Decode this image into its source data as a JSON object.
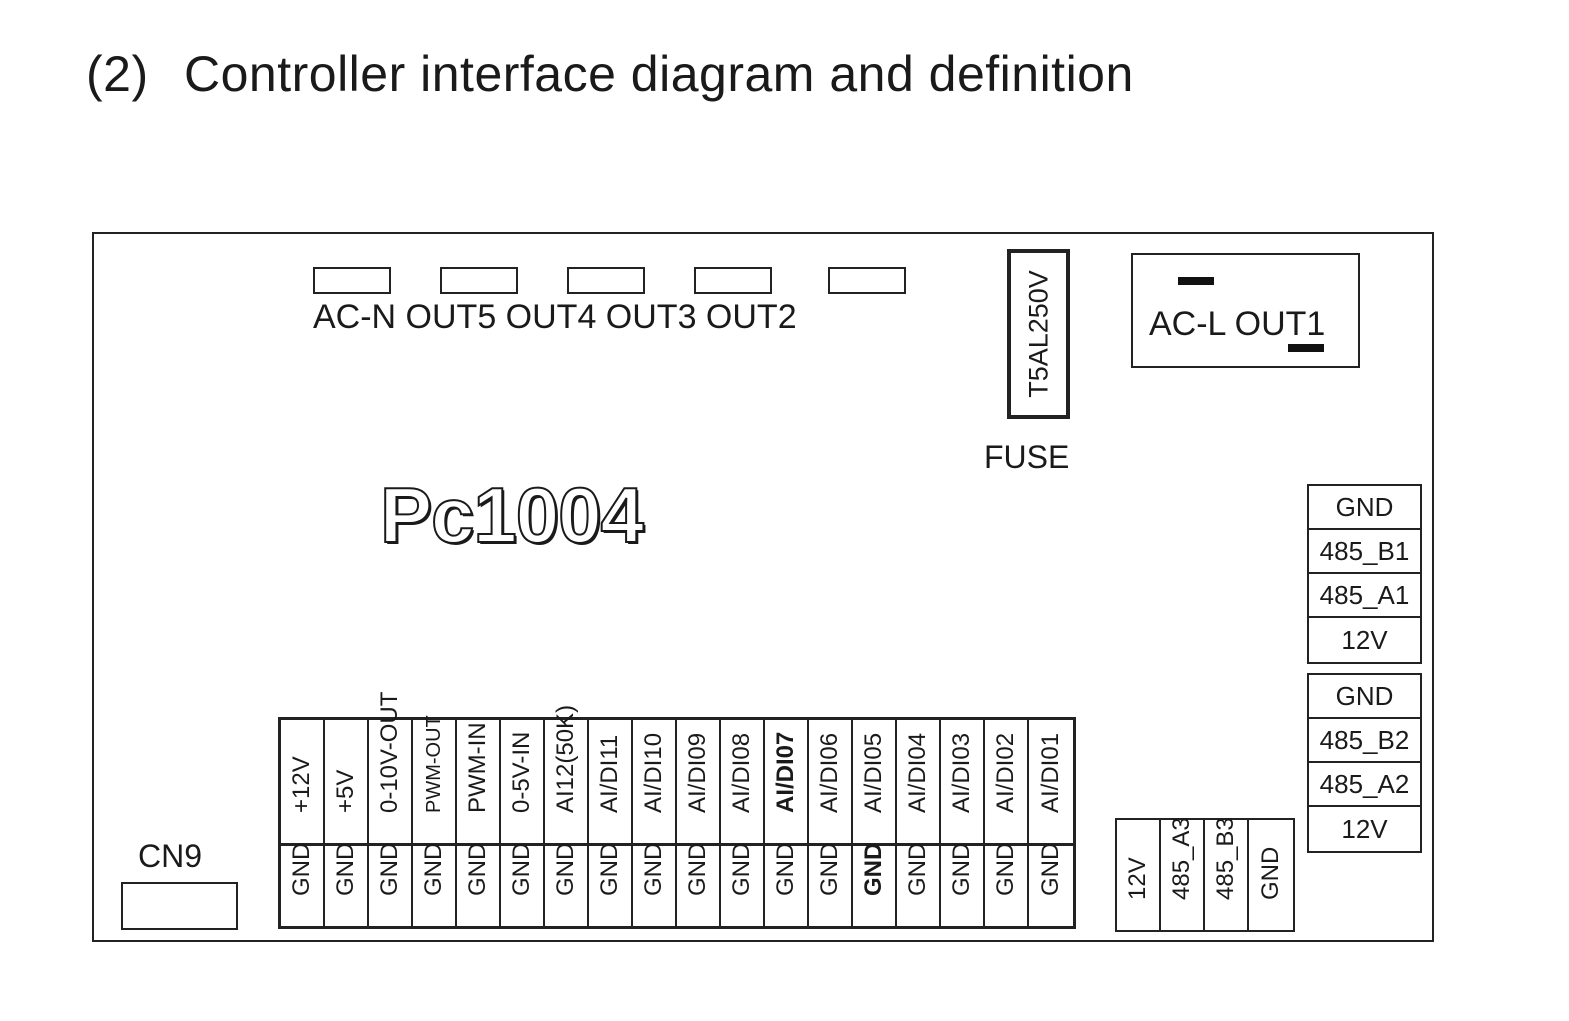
{
  "heading": {
    "number": "(2)",
    "text": "Controller interface diagram and definition"
  },
  "relay_labels": "AC-N OUT5 OUT4 OUT3 OUT2",
  "fuse": {
    "rating": "T5AL250V",
    "label": "FUSE"
  },
  "acl_block": {
    "label": "AC-L OUT1"
  },
  "model": "Pc1004",
  "rs485_stack_1": [
    "GND",
    "485_B1",
    "485_A1",
    "12V"
  ],
  "rs485_stack_2": [
    "GND",
    "485_B2",
    "485_A2",
    "12V"
  ],
  "cn9": {
    "label": "CN9"
  },
  "terminal_block": [
    {
      "top": "+12V",
      "bottom": "GND"
    },
    {
      "top": "+5V",
      "bottom": "GND"
    },
    {
      "top": "0-10V-OUT",
      "bottom": "GND"
    },
    {
      "top": "PWM-OUT",
      "bottom": "GND"
    },
    {
      "top": "PWM-IN",
      "bottom": "GND"
    },
    {
      "top": "0-5V-IN",
      "bottom": "GND"
    },
    {
      "top": "AI12(50K)",
      "bottom": "GND"
    },
    {
      "top": "AI/DI11",
      "bottom": "GND"
    },
    {
      "top": "AI/DI10",
      "bottom": "GND"
    },
    {
      "top": "AI/DI09",
      "bottom": "GND"
    },
    {
      "top": "AI/DI08",
      "bottom": "GND"
    },
    {
      "top": "AI/DI07",
      "bottom": "GND"
    },
    {
      "top": "AI/DI06",
      "bottom": "GND"
    },
    {
      "top": "AI/DI05",
      "bottom": "GND"
    },
    {
      "top": "AI/DI04",
      "bottom": "GND"
    },
    {
      "top": "AI/DI03",
      "bottom": "GND"
    },
    {
      "top": "AI/DI02",
      "bottom": "GND"
    },
    {
      "top": "AI/DI01",
      "bottom": "GND"
    }
  ],
  "rs485_port_3": [
    "12V",
    "485_A3",
    "485_B3",
    "GND"
  ]
}
